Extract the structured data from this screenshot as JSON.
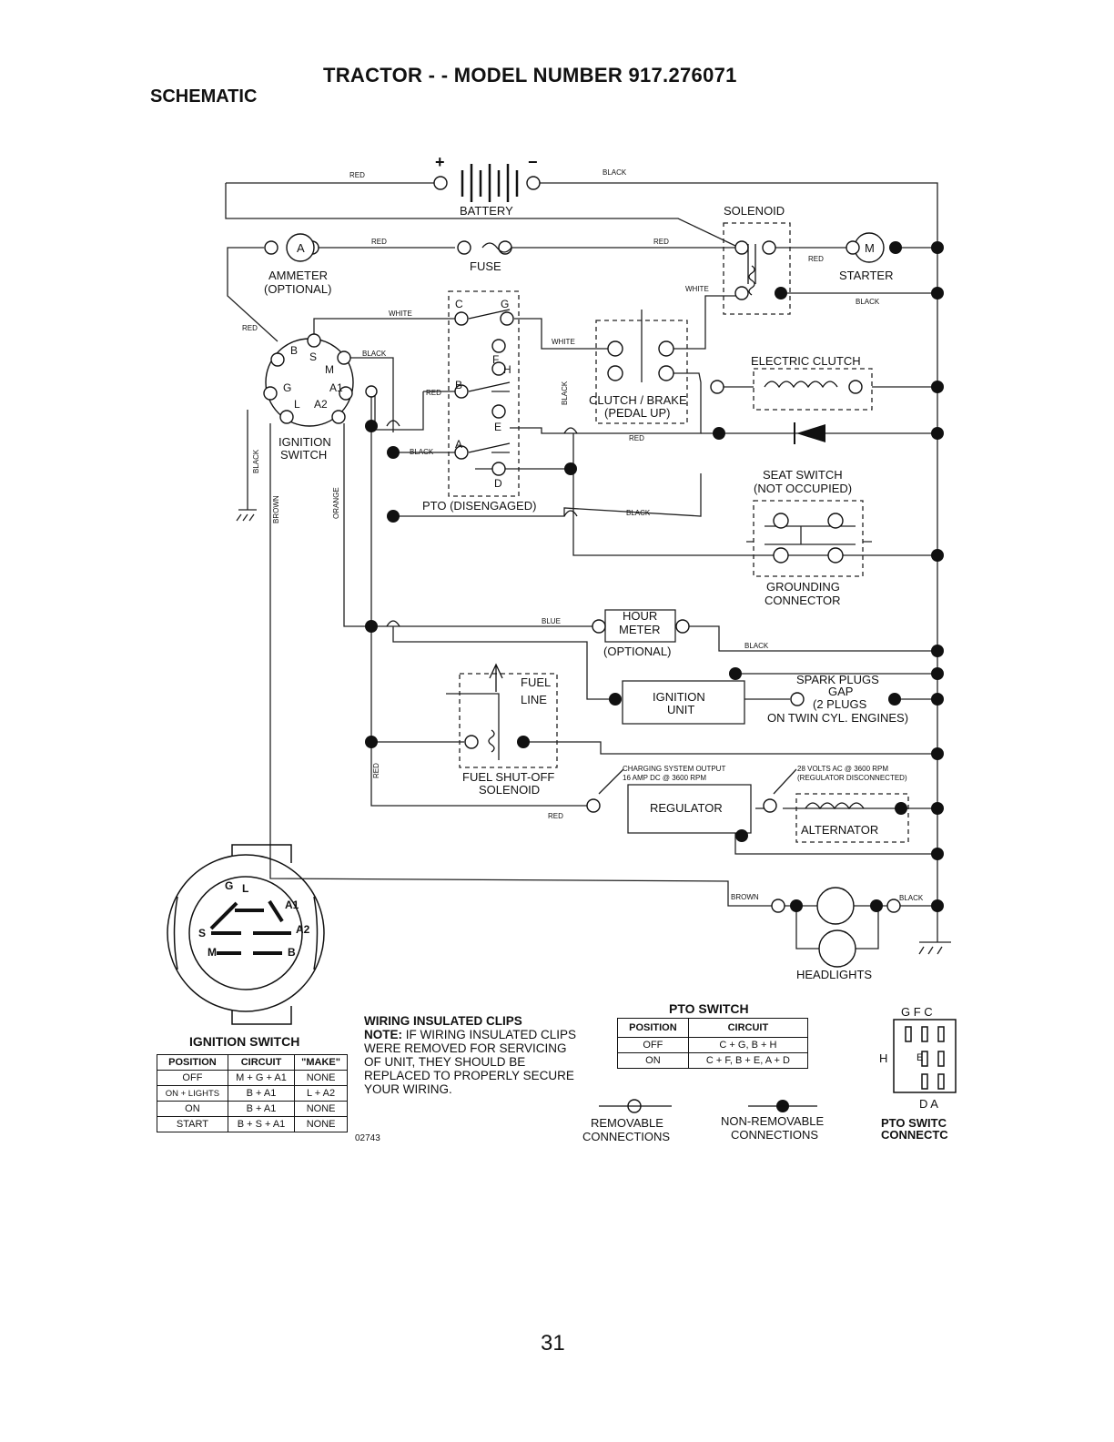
{
  "header": {
    "title": "TRACTOR - - MODEL NUMBER 917.276071",
    "subtitle": "SCHEMATIC"
  },
  "components": {
    "battery": "BATTERY",
    "battery_pos": "+",
    "battery_neg": "−",
    "solenoid": "SOLENOID",
    "starter": "STARTER",
    "starter_symbol": "M",
    "ammeter": "AMMETER",
    "ammeter_opt": "(OPTIONAL)",
    "ammeter_symbol": "A",
    "fuse": "FUSE",
    "ignition_switch": "IGNITION",
    "ignition_switch2": "SWITCH",
    "pto": "PTO (DISENGAGED)",
    "clutch_brake": "CLUTCH / BRAKE",
    "clutch_brake2": "(PEDAL UP)",
    "electric_clutch": "ELECTRIC CLUTCH",
    "seat_switch": "SEAT SWITCH",
    "seat_switch2": "(NOT OCCUPIED)",
    "grounding": "GROUNDING",
    "grounding2": "CONNECTOR",
    "hour_meter": "HOUR",
    "hour_meter2": "METER",
    "hour_opt": "(OPTIONAL)",
    "spark_plugs": "SPARK PLUGS",
    "gap": "GAP",
    "plugs2": "(2 PLUGS",
    "twin": "ON TWIN CYL. ENGINES)",
    "ignition_unit": "IGNITION",
    "ignition_unit2": "UNIT",
    "fuel": "FUEL",
    "line": "LINE",
    "fuel_solenoid": "FUEL SHUT-OFF",
    "fuel_solenoid2": "SOLENOID",
    "charging": "CHARGING SYSTEM OUTPUT",
    "charging2": "16 AMP DC @ 3600 RPM",
    "volts": "28 VOLTS AC @ 3600 RPM",
    "volts2": "(REGULATOR DISCONNECTED)",
    "regulator": "REGULATOR",
    "alternator": "ALTERNATOR",
    "headlights": "HEADLIGHTS"
  },
  "terminals": {
    "ign": [
      "B",
      "S",
      "M",
      "G",
      "A1",
      "L",
      "A2"
    ],
    "pto": [
      "C",
      "G",
      "F",
      "H",
      "B",
      "E",
      "A",
      "D"
    ],
    "pto_conn_top": "G  F  C",
    "pto_conn_h": "H",
    "pto_conn_e": "E",
    "pto_conn_bottom": "D  A",
    "switch_face": [
      "G",
      "L",
      "A1",
      "S",
      "A2",
      "M",
      "B"
    ]
  },
  "wires": {
    "red": "RED",
    "black": "BLACK",
    "white": "WHITE",
    "blue": "BLUE",
    "brown": "BROWN",
    "orange": "ORANGE"
  },
  "ignition_table": {
    "title": "IGNITION SWITCH",
    "headers": [
      "POSITION",
      "CIRCUIT",
      "\"MAKE\""
    ],
    "rows": [
      [
        "OFF",
        "M + G + A1",
        "NONE"
      ],
      [
        "ON + LIGHTS",
        "B + A1",
        "L + A2"
      ],
      [
        "ON",
        "B + A1",
        "NONE"
      ],
      [
        "START",
        "B + S + A1",
        "NONE"
      ]
    ]
  },
  "note": {
    "heading": "WIRING INSULATED CLIPS",
    "label": "NOTE:",
    "text": "IF WIRING INSULATED CLIPS WERE REMOVED FOR SERVICING OF UNIT, THEY SHOULD BE REPLACED TO PROPERLY SECURE YOUR WIRING.",
    "code": "02743"
  },
  "pto_table": {
    "title": "PTO SWITCH",
    "headers": [
      "POSITION",
      "CIRCUIT"
    ],
    "rows": [
      [
        "OFF",
        "C + G, B + H"
      ],
      [
        "ON",
        "C + F, B + E, A + D"
      ]
    ]
  },
  "legend": {
    "removable": "REMOVABLE",
    "removable2": "CONNECTIONS",
    "nonremovable": "NON-REMOVABLE",
    "nonremovable2": "CONNECTIONS",
    "pto_conn": "PTO SWITC",
    "pto_conn2": "CONNECTC"
  },
  "page_number": "31"
}
